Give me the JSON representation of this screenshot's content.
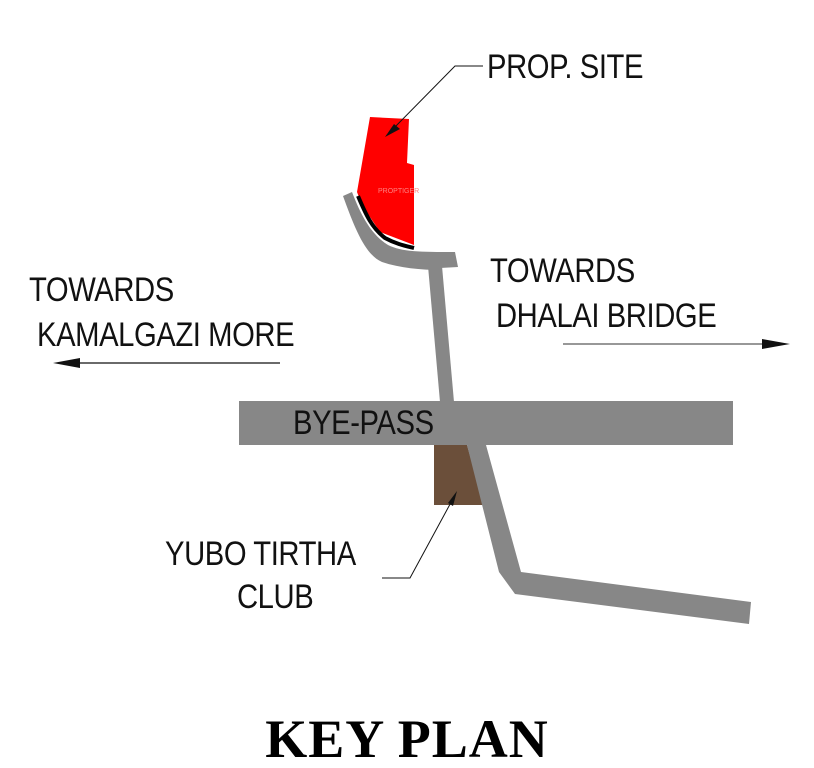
{
  "title": "KEY PLAN",
  "labels": {
    "prop_site": "PROP. SITE",
    "left_dir_line1": "TOWARDS",
    "left_dir_line2": "KAMALGAZI MORE",
    "right_dir_line1": "TOWARDS",
    "right_dir_line2": "DHALAI BRIDGE",
    "bypass": "BYE-PASS",
    "club_line1": "YUBO TIRTHA",
    "club_line2": "CLUB",
    "watermark": "PROPTIGER"
  },
  "colors": {
    "road": "#878787",
    "site": "#ff0000",
    "club": "#6b4f3a",
    "ink": "#111111",
    "boundary": "#000000"
  }
}
